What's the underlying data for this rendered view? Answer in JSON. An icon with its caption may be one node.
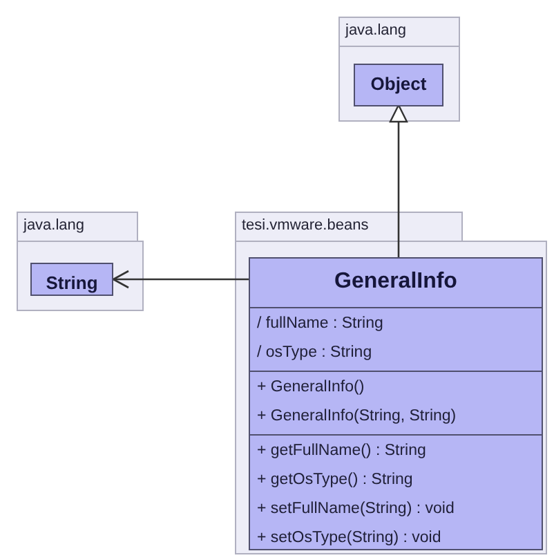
{
  "diagram": {
    "nodes": [
      {
        "text": [
          "java.lang"
        ]
      },
      {
        "text": [
          "Object"
        ],
        "in": 0
      },
      {
        "text": [
          "java.lang"
        ]
      },
      {
        "text": [
          "String"
        ],
        "in": 2
      },
      {
        "text": [
          "tesi.vmware.beans"
        ]
      },
      {
        "text": [
          "GeneralInfo",
          "/ fullName : String",
          "/ osType : String",
          "+ GeneralInfo()",
          "+ GeneralInfo(String, String)",
          "+ getFullName() : String",
          "+ getOsType() : String",
          "+ setFullName(String) : void",
          "+ setOsType(String) : void"
        ],
        "in": 4
      }
    ],
    "edges": [
      {
        "from": 5,
        "to": 1,
        "arrow": "to"
      },
      {
        "from": 5,
        "to": 3,
        "arrow": "to"
      }
    ]
  }
}
